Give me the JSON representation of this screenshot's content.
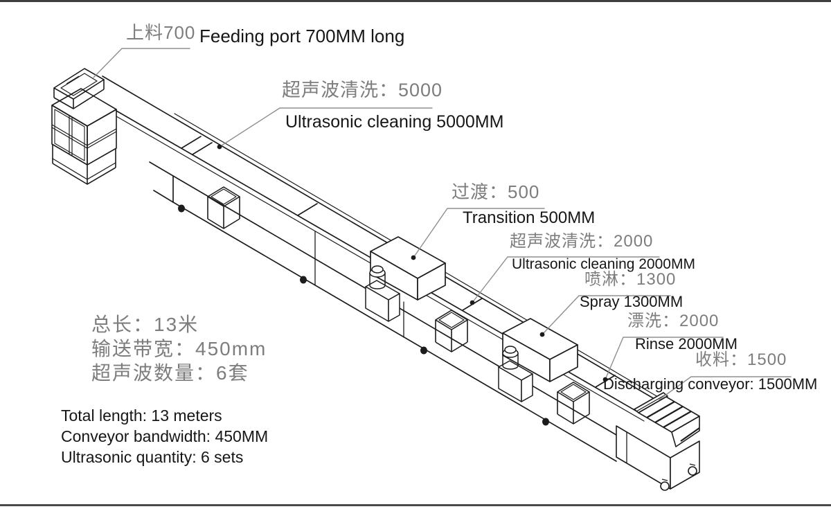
{
  "page": {
    "background": "#ffffff",
    "border_color": "#3f3f3f",
    "line_color": "#1c1c1c",
    "leader_color": "#8f8f8f",
    "zh_text_color": "#7d7d7d",
    "en_text_color": "#161616"
  },
  "annotations": {
    "feeding": {
      "zh": "上料700",
      "en": "Feeding port 700MM long"
    },
    "ultrasonic_5000": {
      "zh": "超声波清洗：5000",
      "en": "Ultrasonic cleaning 5000MM"
    },
    "transition": {
      "zh": "过渡：500",
      "en": "Transition 500MM"
    },
    "ultrasonic_2000": {
      "zh": "超声波清洗：2000",
      "en": "Ultrasonic cleaning 2000MM"
    },
    "spray": {
      "zh": "喷淋：1300",
      "en": "Spray 1300MM"
    },
    "rinse": {
      "zh": "漂洗：2000",
      "en": "Rinse 2000MM"
    },
    "discharging": {
      "zh": "收料：1500",
      "en": "Discharging conveyor: 1500MM"
    }
  },
  "specs": {
    "zh": {
      "total_length": "总长：13米",
      "belt_width": "输送带宽：450mm",
      "ultrasonic_count": "超声波数量：6套"
    },
    "en": {
      "total_length": "Total length: 13 meters",
      "belt_width": "Conveyor bandwidth: 450MM",
      "ultrasonic_count": "Ultrasonic quantity: 6 sets"
    }
  }
}
